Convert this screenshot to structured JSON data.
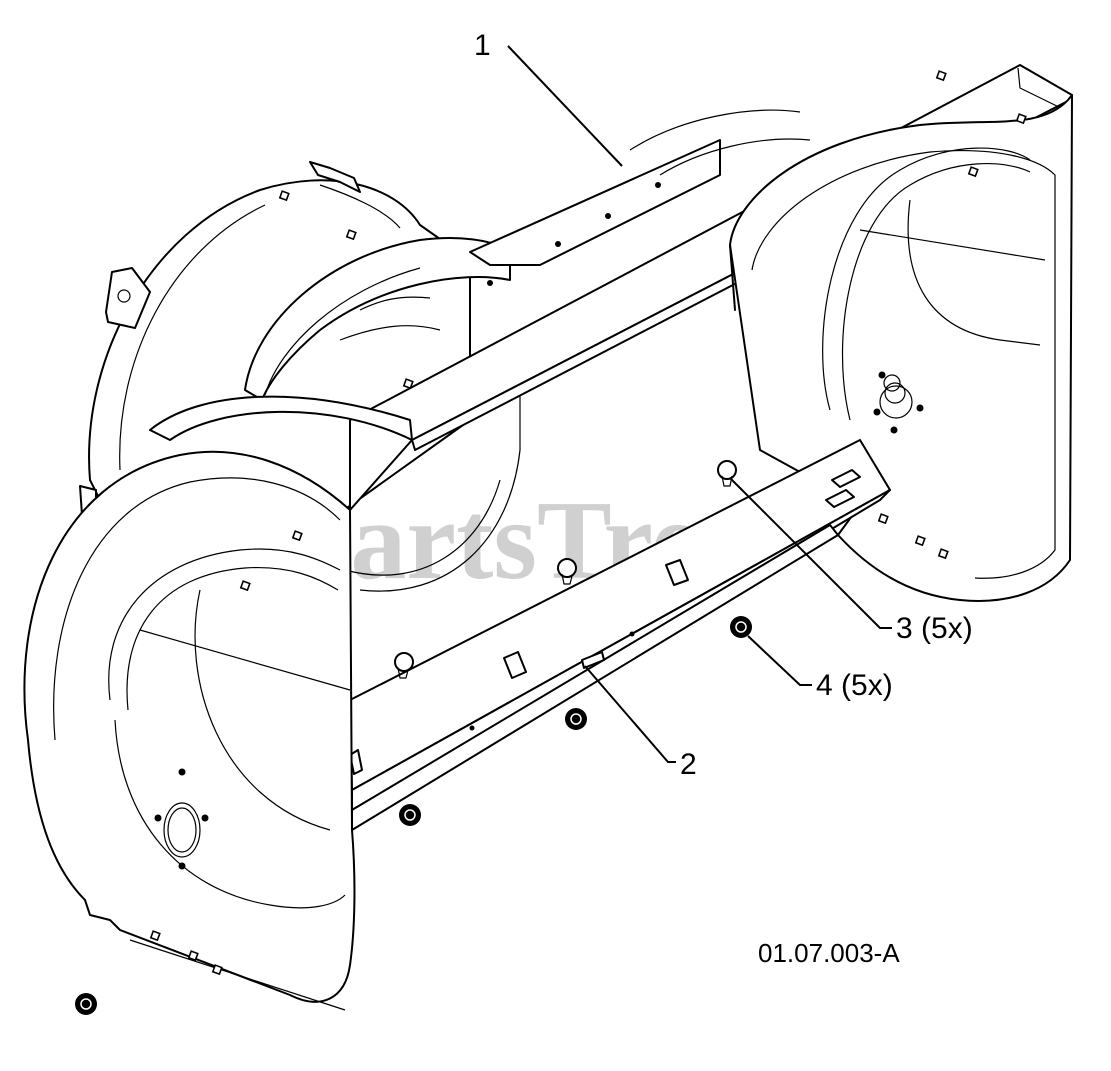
{
  "callouts": [
    {
      "id": "1",
      "label": "1"
    },
    {
      "id": "2",
      "label": "2"
    },
    {
      "id": "3",
      "label": "3 (5x)"
    },
    {
      "id": "4",
      "label": "4 (5x)"
    }
  ],
  "drawing_ref": "01.07.003-A",
  "watermark": {
    "text": "PartsTree",
    "trademark": "™"
  },
  "colors": {
    "line": "#000000",
    "background": "#ffffff",
    "watermark": "#c8c8c8"
  }
}
